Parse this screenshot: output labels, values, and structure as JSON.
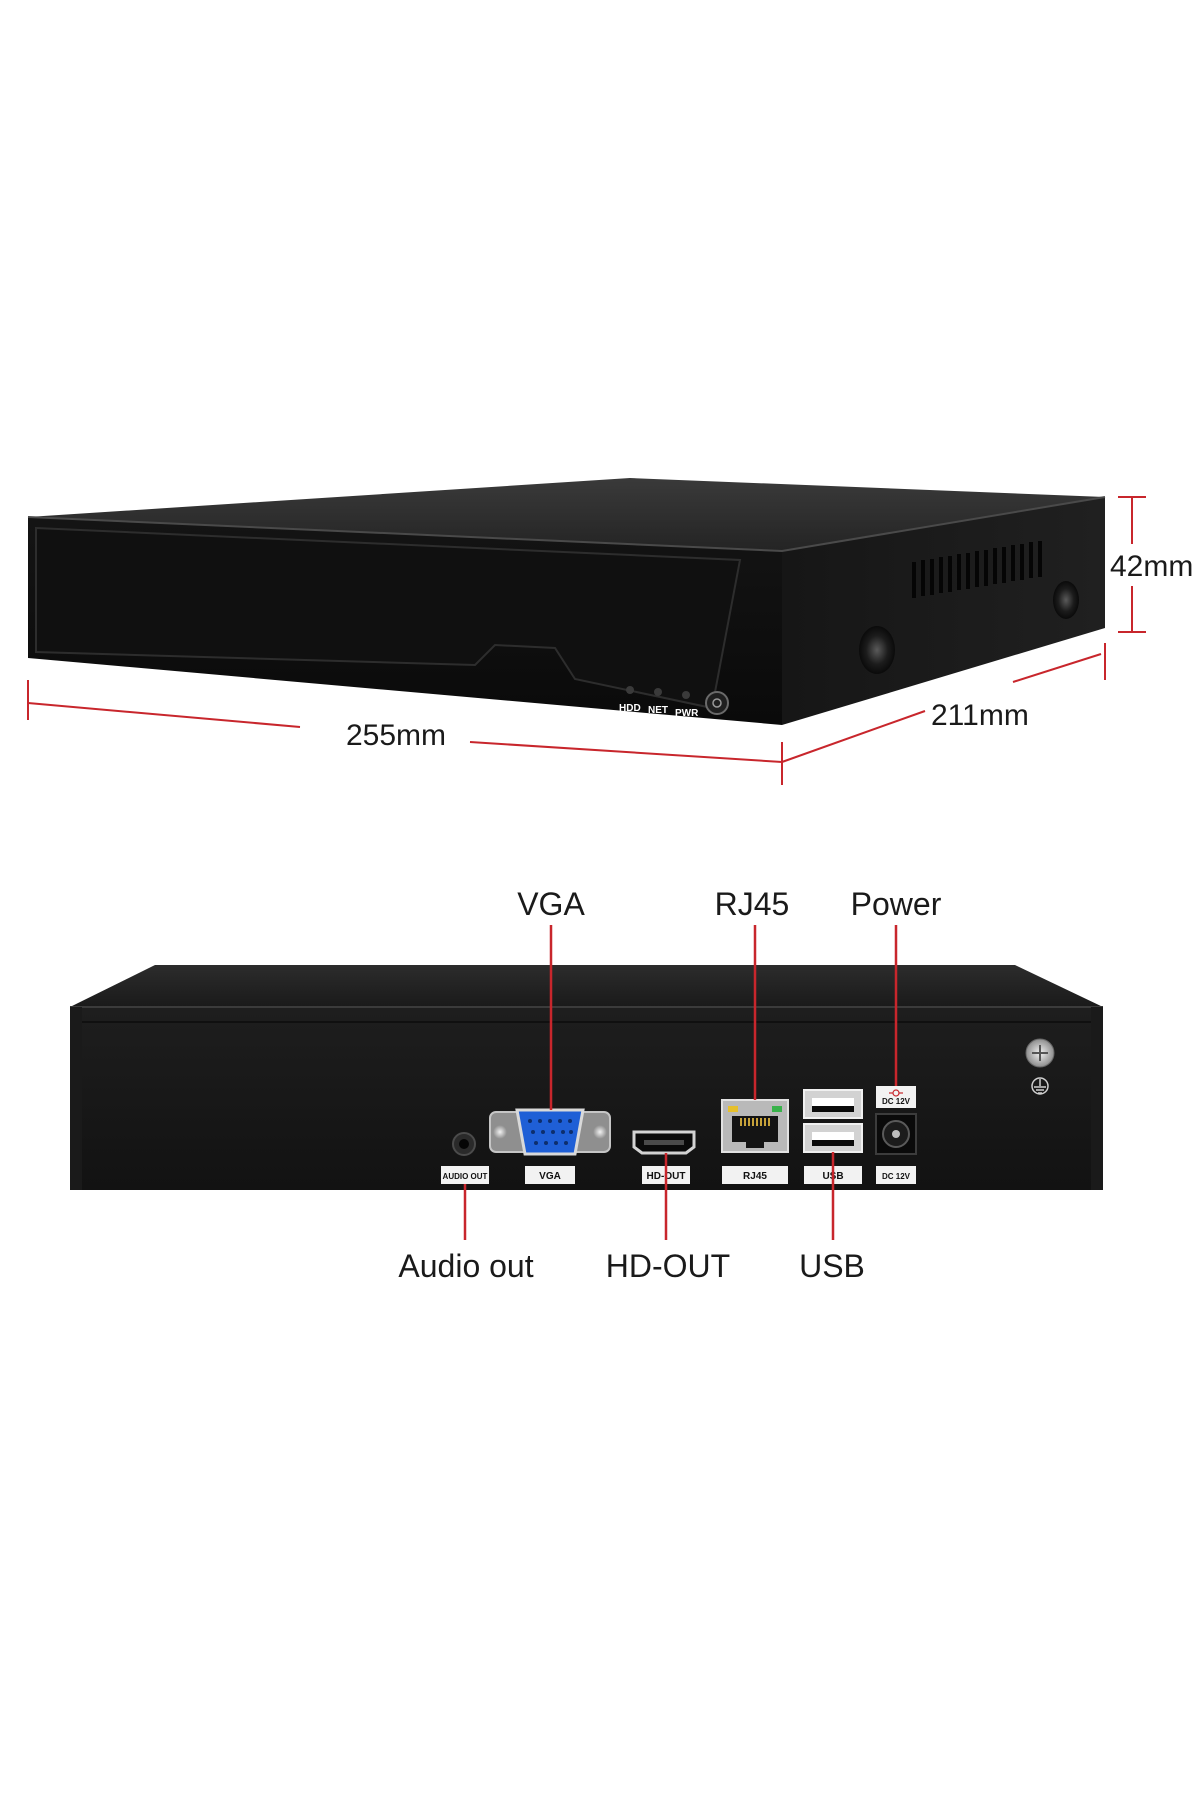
{
  "dimensions": {
    "width": "255mm",
    "depth": "211mm",
    "height": "42mm"
  },
  "front_panel": {
    "led_hdd": "HDD",
    "led_net": "NET",
    "led_pwr": "PWR"
  },
  "rear_panel": {
    "tags": {
      "audio_out": "AUDIO OUT",
      "vga": "VGA",
      "hd_out": "HD-OUT",
      "rj45": "RJ45",
      "usb": "USB",
      "dc_bottom": "DC 12V",
      "dc_top": "DC 12V"
    },
    "callouts": {
      "vga": "VGA",
      "rj45": "RJ45",
      "power": "Power",
      "audio_out": "Audio out",
      "hd_out": "HD-OUT",
      "usb": "USB"
    }
  },
  "colors": {
    "chassis": "#1b1b1b",
    "face": "#0c0c0c",
    "dimension_line": "#c8262c",
    "callout_line": "#c8262c",
    "vga_blue": "#1f5fd6"
  }
}
